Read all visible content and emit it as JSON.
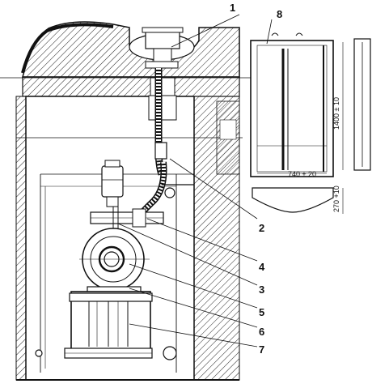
{
  "callouts": [
    "1",
    "2",
    "3",
    "4",
    "5",
    "6",
    "7",
    "8"
  ],
  "dimensions": {
    "height": "1400 ± 10",
    "width": "740 ± 20",
    "base": "270 +10"
  },
  "colors": {
    "ink": "#111111",
    "paper": "#ffffff"
  }
}
